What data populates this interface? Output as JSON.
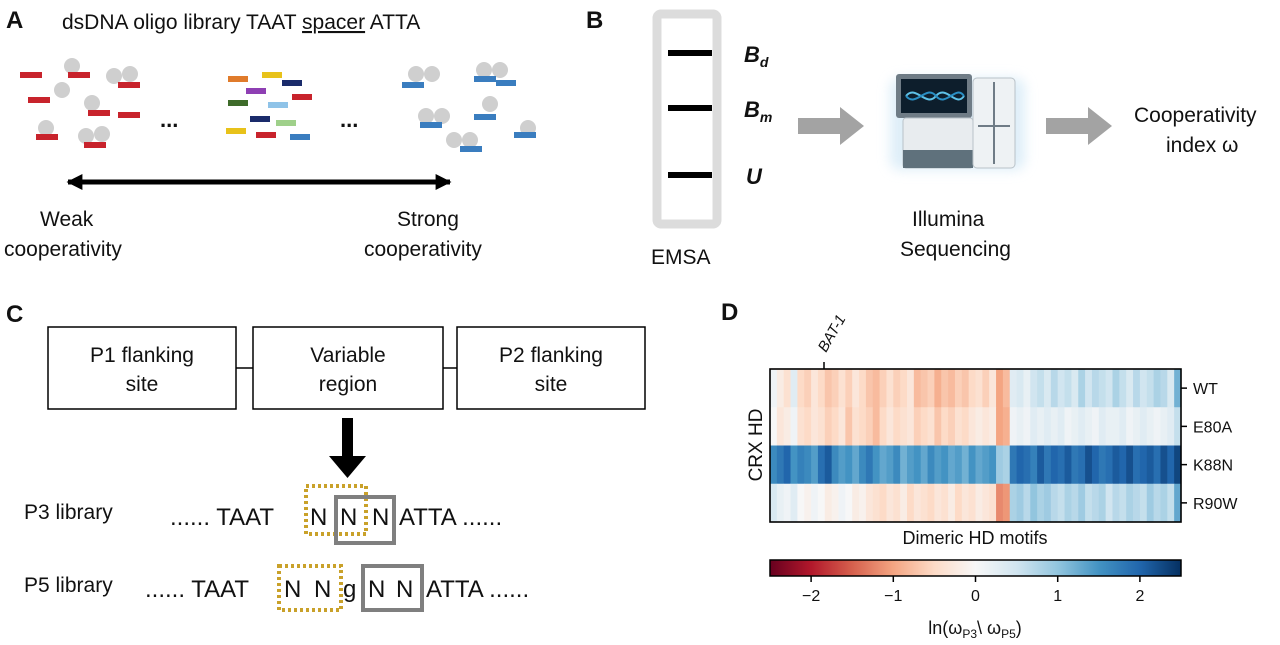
{
  "panels": {
    "a": {
      "letter": "A",
      "title_pre": "dsDNA oligo library TAAT ",
      "title_spacer": "spacer",
      "title_post": " ATTA",
      "ellipsis": "...",
      "weak_line1": "Weak",
      "weak_line2": "cooperativity",
      "strong_line1": "Strong",
      "strong_line2": "cooperativity"
    },
    "b": {
      "letter": "B",
      "bd_base": "B",
      "bd_sub": "d",
      "bm_base": "B",
      "bm_sub": "m",
      "u_label": "U",
      "emsa_label": "EMSA",
      "seq_line1": "Illumina",
      "seq_line2": "Sequencing",
      "coop_line1": "Cooperativity",
      "coop_line2": "index ω"
    },
    "c": {
      "letter": "C",
      "box1_line1": "P1 flanking",
      "box1_line2": "site",
      "box2_line1": "Variable",
      "box2_line2": "region",
      "box3_line1": "P2 flanking",
      "box3_line2": "site",
      "p3_label": "P3 library",
      "p3_pre": "...... TAAT",
      "p3_n": "N",
      "p3_post": "ATTA ......",
      "p5_label": "P5 library",
      "p5_pre": "...... TAAT",
      "p5_n": "N",
      "p5_g": "g",
      "p5_post": "ATTA ......"
    },
    "d": {
      "letter": "D",
      "annotation": "BAT-1",
      "ylabel": "CRX HD",
      "xlabel": "Dimeric HD motifs",
      "colorbar_label_pre": "ln(ω",
      "colorbar_sub1": "P3",
      "colorbar_mid": "\\ ω",
      "colorbar_sub2": "P5",
      "colorbar_label_post": ")"
    }
  },
  "colors": {
    "red_oligo": "#c8232c",
    "blue_oligo": "#3a7dbf",
    "protein": "#cfcfcf",
    "arrow_gray": "#a3a3a3",
    "motif_gold": "#c9a12a",
    "motif_gray": "#7f7f7f"
  },
  "icons": [
    "dna-sequencer-icon",
    "protein-blob-icon",
    "dna-oligo-icon"
  ],
  "chart_data": {
    "type": "heatmap",
    "rows": [
      "WT",
      "E80A",
      "K88N",
      "R90W"
    ],
    "num_columns": 60,
    "colormap": "RdBu",
    "value_range": [
      -2.5,
      2.5
    ],
    "colorbar_ticks": [
      -2,
      -1,
      0,
      1,
      2
    ],
    "colorbar_tick_labels": [
      "−2",
      "−1",
      "0",
      "1",
      "2"
    ],
    "values": [
      [
        0.1,
        -0.2,
        -0.4,
        0.3,
        -0.5,
        -0.6,
        -0.3,
        -0.5,
        -0.7,
        -0.6,
        -0.4,
        -0.6,
        -0.3,
        -0.5,
        -0.7,
        -0.8,
        -0.6,
        -0.4,
        -0.6,
        -0.5,
        -0.3,
        -0.8,
        -0.7,
        -0.6,
        -0.9,
        -0.7,
        -0.8,
        -0.6,
        -0.7,
        -0.5,
        -0.4,
        -0.6,
        -0.3,
        -1.0,
        -0.8,
        0.3,
        0.4,
        0.2,
        0.5,
        0.6,
        0.4,
        0.7,
        0.5,
        0.6,
        0.4,
        0.8,
        0.5,
        0.7,
        0.6,
        0.5,
        0.8,
        0.6,
        0.4,
        0.7,
        0.5,
        0.6,
        0.8,
        0.7,
        0.4,
        1.2
      ],
      [
        0.0,
        -0.3,
        -0.2,
        0.1,
        -0.4,
        -0.5,
        -0.3,
        -0.4,
        -0.6,
        -0.5,
        -0.3,
        -0.7,
        -0.4,
        -0.5,
        -0.6,
        -0.8,
        -0.5,
        -0.3,
        -0.5,
        -0.4,
        -0.3,
        -0.6,
        -0.5,
        -0.4,
        -0.7,
        -0.5,
        -0.6,
        -0.4,
        -0.5,
        -0.3,
        -0.2,
        -0.3,
        -0.2,
        -1.0,
        -0.9,
        0.1,
        0.2,
        0.1,
        0.3,
        0.2,
        0.3,
        0.2,
        0.3,
        0.1,
        0.2,
        0.3,
        0.2,
        0.1,
        0.3,
        0.2,
        0.2,
        0.3,
        0.1,
        0.2,
        0.3,
        0.2,
        0.1,
        0.2,
        0.3,
        0.6
      ],
      [
        1.6,
        1.8,
        2.0,
        1.5,
        1.7,
        1.6,
        1.4,
        1.9,
        2.1,
        1.6,
        1.4,
        1.5,
        1.3,
        1.6,
        1.8,
        1.5,
        1.3,
        1.4,
        1.6,
        1.2,
        1.4,
        1.5,
        1.3,
        1.6,
        1.4,
        1.5,
        1.3,
        1.4,
        1.2,
        1.5,
        1.3,
        1.4,
        1.5,
        0.9,
        0.8,
        1.8,
        2.0,
        1.9,
        1.7,
        2.1,
        1.8,
        2.0,
        1.9,
        2.1,
        1.8,
        1.9,
        2.2,
        2.0,
        1.8,
        1.9,
        2.1,
        2.0,
        2.2,
        1.9,
        2.0,
        2.1,
        1.9,
        2.2,
        2.0,
        2.3
      ],
      [
        0.4,
        0.2,
        0.1,
        0.3,
        0.0,
        -0.1,
        0.1,
        0.0,
        -0.2,
        -0.1,
        0.1,
        0.0,
        -0.2,
        -0.1,
        -0.3,
        -0.4,
        -0.5,
        -0.3,
        -0.4,
        -0.2,
        -0.5,
        -0.3,
        -0.4,
        -0.5,
        -0.3,
        -0.4,
        -0.2,
        -0.5,
        -0.3,
        -0.4,
        -0.2,
        -0.3,
        -0.4,
        -1.2,
        -1.1,
        0.8,
        0.9,
        0.7,
        1.0,
        0.8,
        0.9,
        0.7,
        0.6,
        0.8,
        0.7,
        0.9,
        0.6,
        0.7,
        0.8,
        0.5,
        0.7,
        0.6,
        0.8,
        0.7,
        0.6,
        0.9,
        0.7,
        0.8,
        0.6,
        1.3
      ]
    ]
  }
}
